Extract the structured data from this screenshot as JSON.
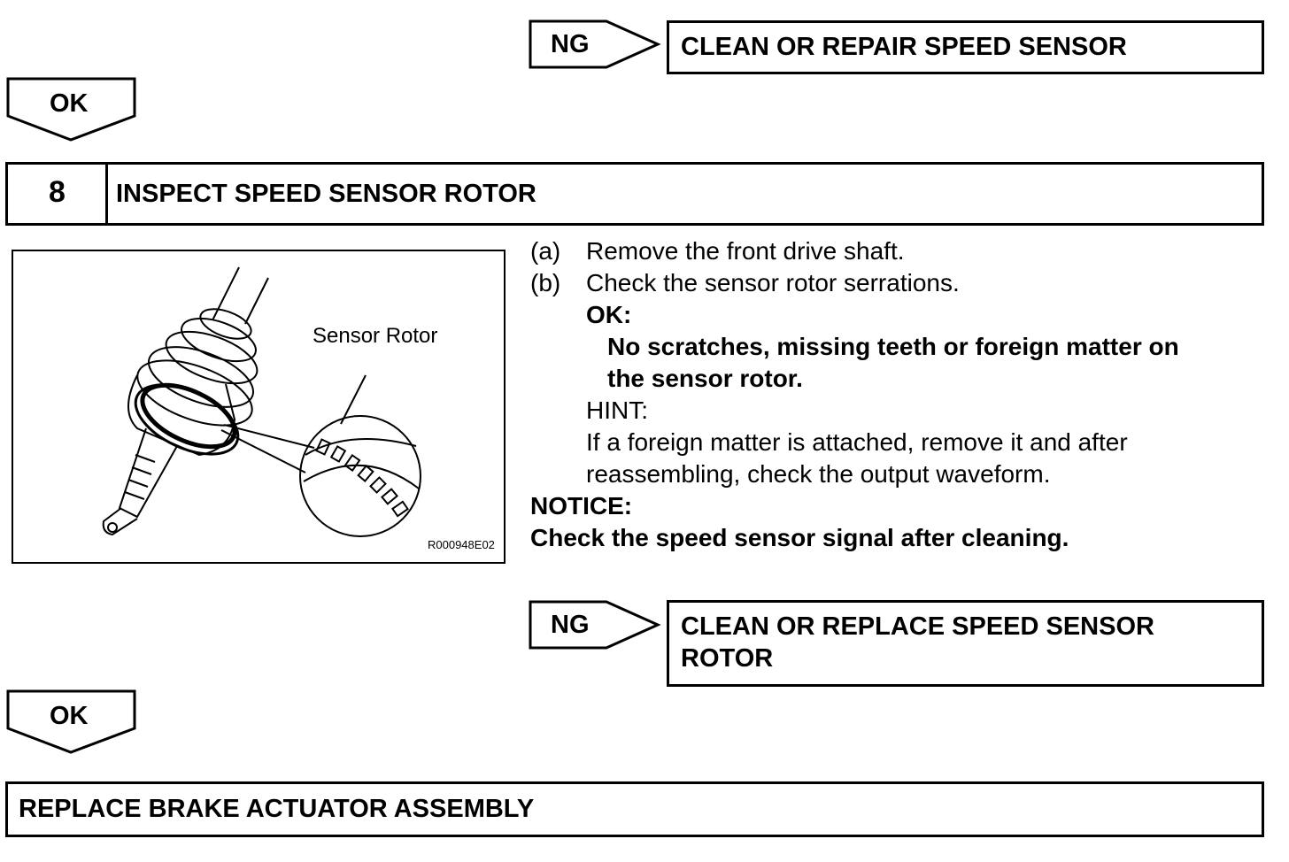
{
  "ng1": {
    "label": "NG",
    "result": "CLEAN OR REPAIR SPEED SENSOR"
  },
  "ok1": {
    "label": "OK"
  },
  "step": {
    "number": "8",
    "title": "INSPECT SPEED SENSOR ROTOR"
  },
  "figure": {
    "callout": "Sensor Rotor",
    "code": "R000948E02"
  },
  "instructions": {
    "a_marker": "(a)",
    "a_text": "Remove the front drive shaft.",
    "b_marker": "(b)",
    "b_text": "Check the sensor rotor serrations.",
    "ok_label": "OK:",
    "ok_line1": "No scratches, missing teeth or foreign matter on",
    "ok_line2": "the sensor rotor.",
    "hint_label": "HINT:",
    "hint_line1": "If a foreign matter is attached, remove it and after",
    "hint_line2": "reassembling, check the output waveform.",
    "notice_label": "NOTICE:",
    "notice_text": "Check the speed sensor signal after cleaning."
  },
  "ng2": {
    "label": "NG",
    "result_line1": "CLEAN OR REPLACE SPEED SENSOR",
    "result_line2": "ROTOR"
  },
  "ok2": {
    "label": "OK"
  },
  "final": {
    "text": "REPLACE BRAKE ACTUATOR ASSEMBLY"
  }
}
